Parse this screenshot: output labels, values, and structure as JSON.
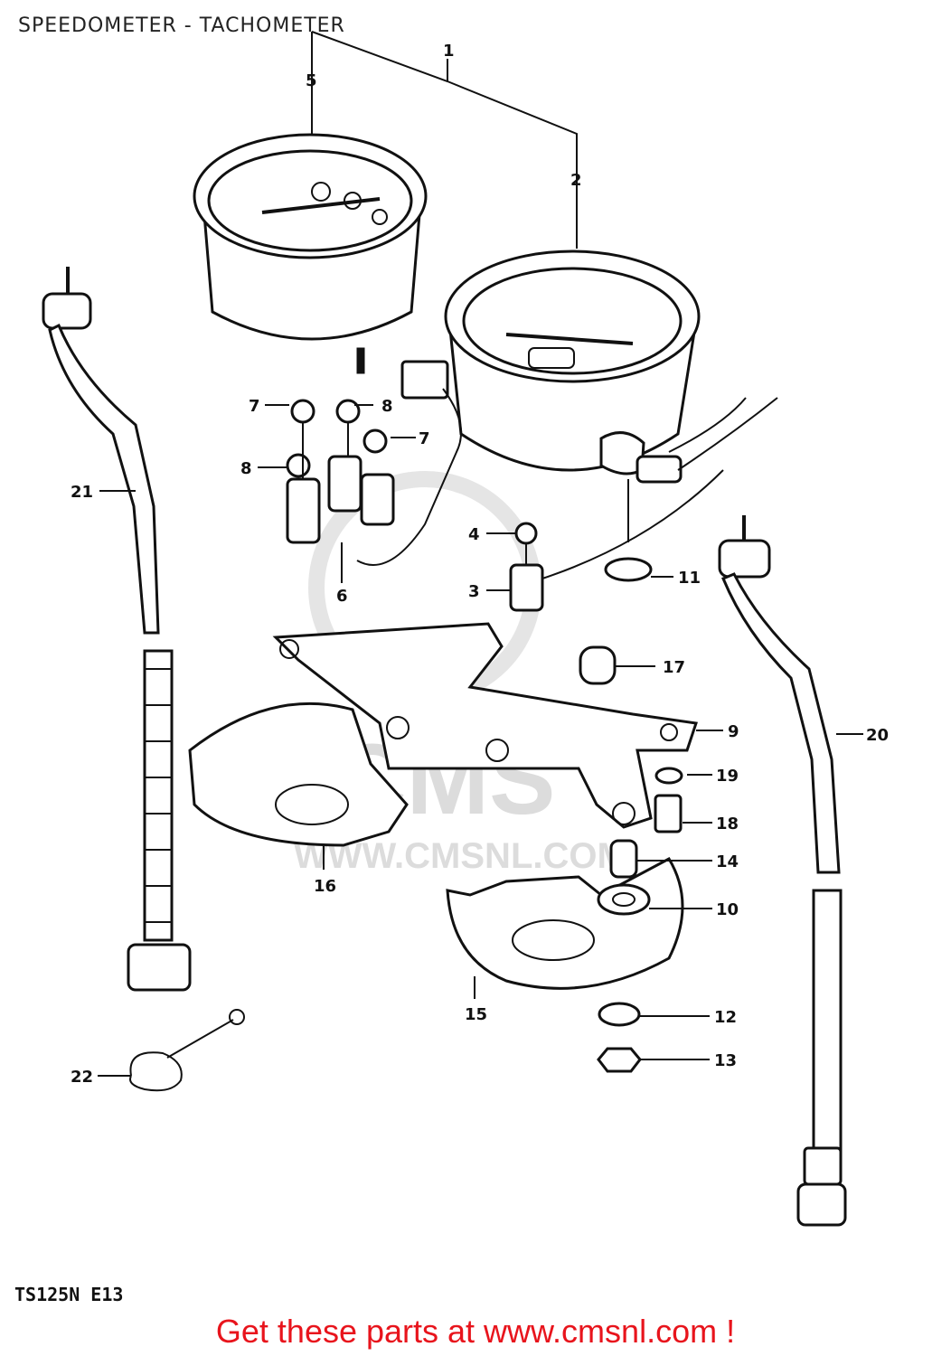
{
  "header": {
    "title": "SPEEDOMETER - TACHOMETER"
  },
  "footer": {
    "model_code": "TS125N E13",
    "cta_text": "Get these parts at www.cmsnl.com !",
    "cta_color": "#e8141c"
  },
  "watermark": {
    "logo_text": "CMS",
    "url_text": "WWW.CMSNL.COM"
  },
  "callouts": [
    "1",
    "2",
    "3",
    "4",
    "5",
    "6",
    "7",
    "7",
    "8",
    "8",
    "9",
    "10",
    "11",
    "12",
    "13",
    "14",
    "15",
    "16",
    "17",
    "18",
    "19",
    "20",
    "21",
    "22"
  ]
}
